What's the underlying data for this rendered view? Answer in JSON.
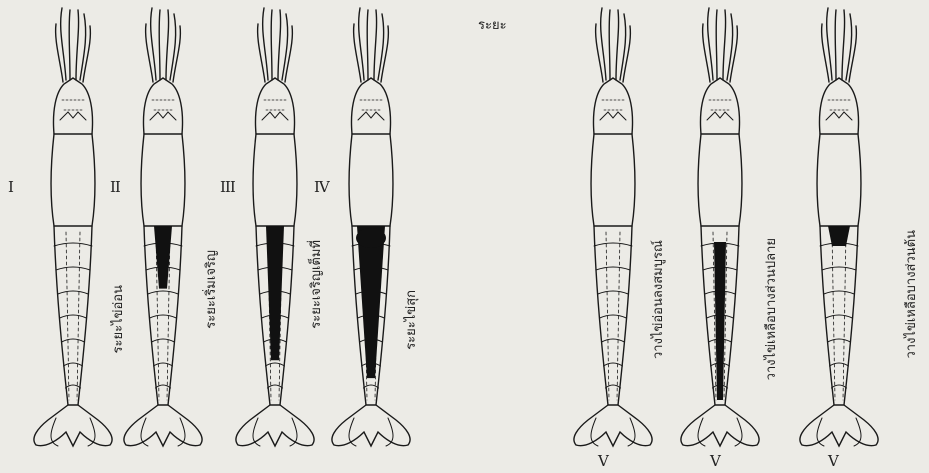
{
  "top_label": "ระยะ",
  "stages": [
    {
      "numeral": "I",
      "caption": "ระยะไข่อ่อน",
      "fill": 0.0,
      "dark_head": false
    },
    {
      "numeral": "II",
      "caption": "ระยะเริ่มเจริญ",
      "fill": 0.35,
      "dark_head": false
    },
    {
      "numeral": "III",
      "caption": "ระยะเจริญเต็มที่",
      "fill": 0.75,
      "dark_head": false
    },
    {
      "numeral": "IV",
      "caption": "ระยะไข่สุก",
      "fill": 0.85,
      "dark_head": true
    }
  ],
  "spent": [
    {
      "numeral": "V",
      "caption": "วางไข่อ่อนลงสมบูรณ์"
    },
    {
      "numeral": "V",
      "caption": "วางไข่เหลือบางส่วนปลาย"
    },
    {
      "numeral": "V",
      "caption": "วางไข่เหลือบางส่วนต้น"
    }
  ]
}
